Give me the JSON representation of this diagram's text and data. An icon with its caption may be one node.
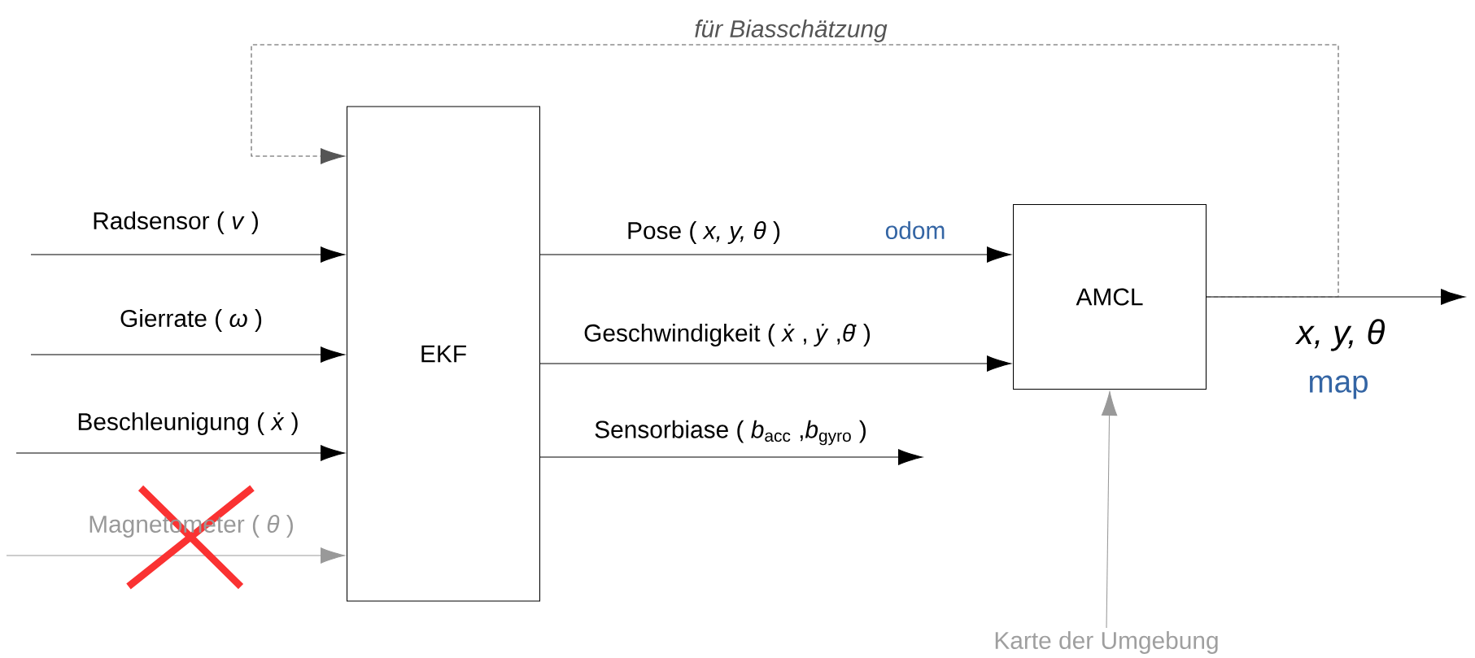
{
  "diagram": {
    "nodes": [
      {
        "text": [
          "EKF"
        ]
      },
      {
        "text": [
          "AMCL"
        ]
      },
      {
        "text": [
          "Karte der Umgebung"
        ]
      }
    ],
    "edges": [
      {
        "from": null,
        "to": 0,
        "arrow": "to",
        "label": "Radsensor ( *v* )"
      },
      {
        "from": null,
        "to": 0,
        "arrow": "to",
        "label": "Gierrate ( *ω* )"
      },
      {
        "from": null,
        "to": 0,
        "arrow": "to",
        "label": "Beschleunigung ( *ẋ* )"
      },
      {
        "from": null,
        "to": 0,
        "arrow": "to",
        "label": "Magnetometer ( *θ* )",
        "color": "#999999"
      },
      {
        "from": 0,
        "to": 1,
        "arrow": "to",
        "label": "Pose ( *x, y, θ* )"
      },
      {
        "from": 0,
        "to": 1,
        "arrow": "to",
        "label": "Geschwindigkeit ( *ẋ* , *ẏ* ,*θ̇* )"
      },
      {
        "from": 0,
        "to": null,
        "arrow": "to",
        "label": "Sensorbiase ( *b*$_{acc}$ ,*b*$_{gyro}$ )"
      },
      {
        "from": 1,
        "to": null,
        "arrow": "to",
        "label": "*x, y, θ*"
      },
      {
        "from": 1,
        "to": 0,
        "arrow": "to",
        "label": "für Biasschätzung",
        "style": "dashed",
        "color": "#555555"
      },
      {
        "from": 2,
        "to": 1,
        "arrow": "to",
        "color": "#999999"
      }
    ],
    "labels": [
      "odom",
      "map"
    ]
  }
}
